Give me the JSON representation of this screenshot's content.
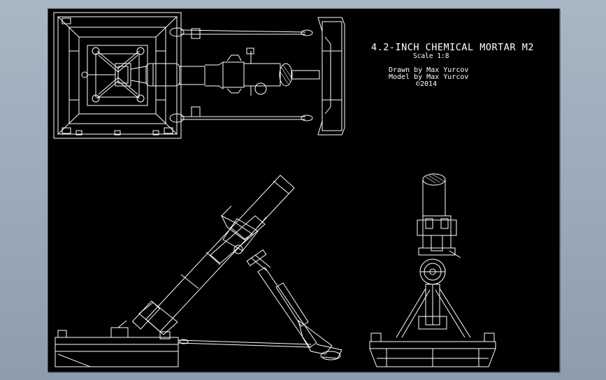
{
  "drawing": {
    "title": "4.2-INCH CHEMICAL MORTAR M2",
    "scale": "Scale 1:8",
    "drawn_by": "Drawn by Max Yurcov",
    "model_by": "Model by Max Yurcov",
    "copyright": "©2014"
  },
  "colors": {
    "viewport_background": "#8e9dae",
    "sheet_background": "#000000",
    "line_color": "#ffffff"
  }
}
